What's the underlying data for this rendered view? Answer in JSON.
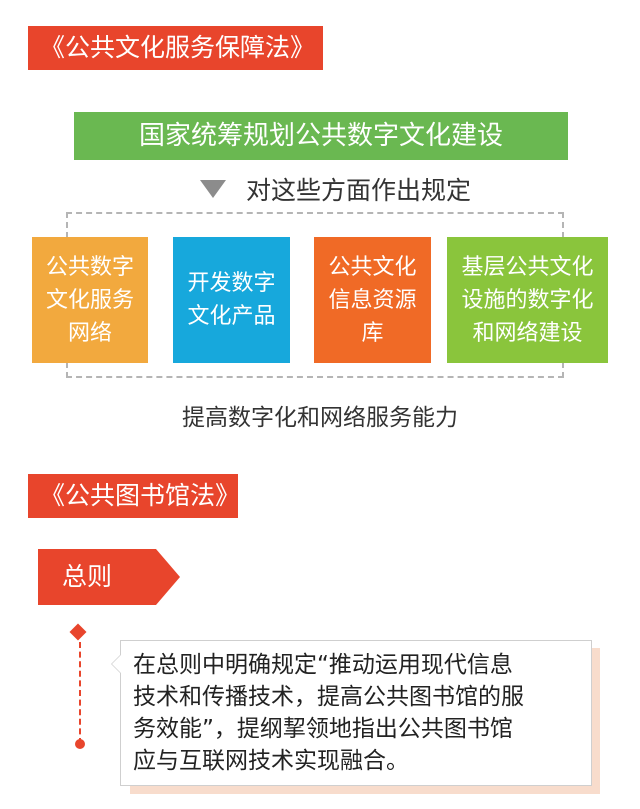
{
  "section1": {
    "title": "《公共文化服务保障法》",
    "banner": "国家统筹规划公共数字文化建设",
    "arrow_text": "对这些方面作出规定",
    "cards": [
      {
        "lines": [
          "公共数字",
          "文化服务",
          "网络"
        ],
        "color": "#f2a93e"
      },
      {
        "lines": [
          "开发数字",
          "文化产品"
        ],
        "color": "#17a8dc"
      },
      {
        "lines": [
          "公共文化",
          "信息资源",
          "库"
        ],
        "color": "#f06a26"
      },
      {
        "lines": [
          "基层公共文化",
          "设施的数字化",
          "和网络建设"
        ],
        "color": "#8ac53c"
      }
    ],
    "footer": "提高数字化和网络服务能力"
  },
  "section2": {
    "title": "《公共图书馆法》",
    "label": "总则",
    "callout_lines": [
      "在总则中明确规定“推动运用现代信息",
      "技术和传播技术，提高公共图书馆的服",
      "务效能”，提纲挈领地指出公共图书馆",
      "应与互联网技术实现融合。"
    ]
  },
  "colors": {
    "accent": "#e8452c",
    "green": "#6ab851"
  }
}
